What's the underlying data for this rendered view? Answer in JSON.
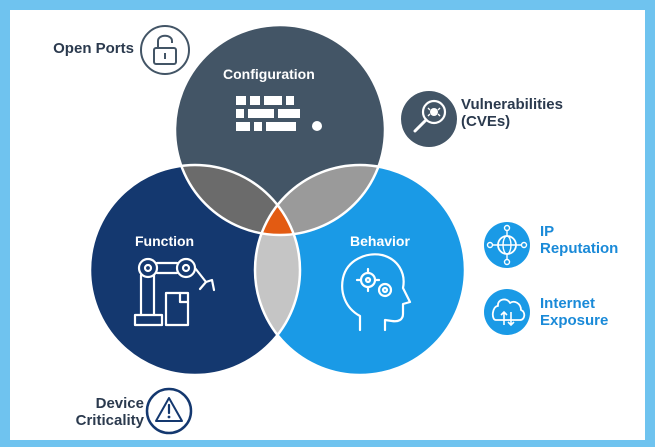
{
  "diagram": {
    "circles": {
      "configuration": "Configuration",
      "function": "Function",
      "behavior": "Behavior"
    },
    "callouts": {
      "open_ports": "Open Ports",
      "vulnerabilities_line1": "Vulnerabilities",
      "vulnerabilities_line2": "(CVEs)",
      "ip_line1": "IP",
      "ip_line2": "Reputation",
      "internet_line1": "Internet",
      "internet_line2": "Exposure",
      "device_line1": "Device",
      "device_line2": "Criticality"
    },
    "icons": [
      "padlock-icon",
      "text-lines-icon",
      "magnifier-bug-icon",
      "network-globe-icon",
      "cloud-transfer-icon",
      "robot-arm-icon",
      "brain-gears-icon",
      "warning-triangle-icon"
    ]
  },
  "colors": {
    "frame": "#6fc3ef",
    "configuration": "#435566",
    "function": "#14386f",
    "behavior": "#1a9ae6",
    "overlap_config_function": "#6b6b6b",
    "overlap_config_behavior": "#9a9a9a",
    "overlap_function_behavior": "#c5c5c5",
    "center": "#e35b12",
    "accent_blue": "#1a8ad8",
    "dark_text": "#2b3a4e"
  }
}
